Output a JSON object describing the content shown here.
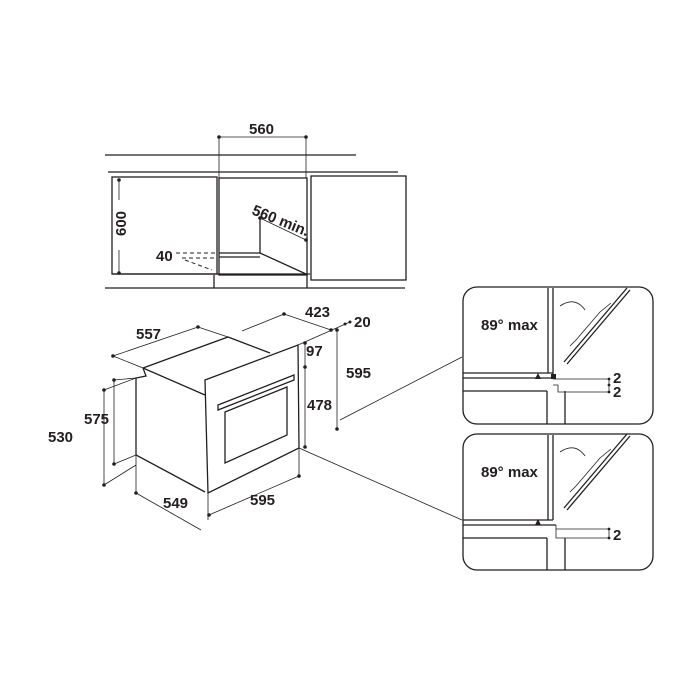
{
  "cabinet_view": {
    "width_label": "560",
    "height_label": "600",
    "depth_label": "560 min.",
    "vent_label": "40"
  },
  "oven_view": {
    "top_depth_label": "557",
    "rear_label": "423",
    "offset_label": "20",
    "panel_top_label": "97",
    "total_height_label": "595",
    "door_height_label": "478",
    "body_height_label": "575",
    "side_height_label": "530",
    "body_depth_label": "549",
    "front_width_label": "595"
  },
  "detail_panels": [
    {
      "angle_label": "89° max",
      "gap_labels": [
        "2",
        "2"
      ]
    },
    {
      "angle_label": "89° max",
      "gap_labels": [
        "2"
      ]
    }
  ]
}
